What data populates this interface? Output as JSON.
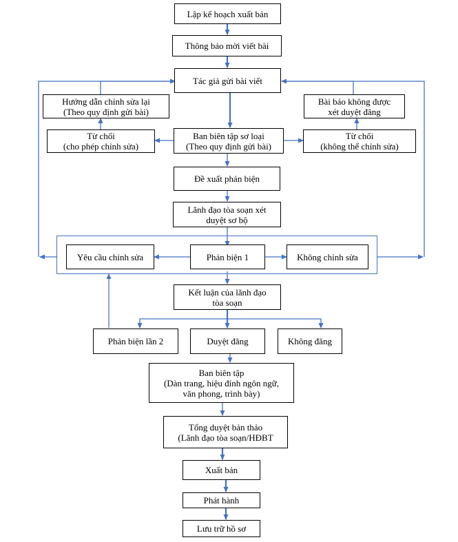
{
  "nodes": {
    "lap_ke_hoach": "Lập kế hoạch xuất bản",
    "thong_bao": "Thông báo mời viết bài",
    "tac_gia_gui": "Tác giả gửi bài viết",
    "huong_dan_1": "Hướng  dẫn chỉnh sửa lại",
    "huong_dan_2": "(Theo quy định gửi bài)",
    "bai_bao_1": "Bài báo không được",
    "bai_bao_2": "xét duyệt đăng",
    "tu_choi_trai_1": "Từ chối",
    "tu_choi_trai_2": "(cho phép chỉnh sửa)",
    "so_loai_1": "Ban biên tập sơ loại",
    "so_loai_2": "(Theo quy định gửi bài)",
    "tu_choi_phai_1": "Từ chối",
    "tu_choi_phai_2": "(không thể chỉnh sửa)",
    "de_xuat": "Đề xuất phản biện",
    "lanh_dao_1": "Lãnh đạo tòa soạn xét",
    "lanh_dao_2": "duyệt sơ bộ",
    "yeu_cau": "Yêu cầu chỉnh sửa",
    "phan_bien_1": "Phản biện 1",
    "khong_chinh_sua": "Không chỉnh sửa",
    "ket_luan_1": "Kết luận của lãnh đạo",
    "ket_luan_2": "tòa soạn",
    "phan_bien_2": "Phản biện lần 2",
    "duyet_dang": "Duyệt đăng",
    "khong_dang": "Không đăng",
    "ban_bien_tap_1": "Ban biên tập",
    "ban_bien_tap_2": "(Dàn trang, hiệu đính ngôn ngữ,",
    "ban_bien_tap_3": "văn phong, trình bày)",
    "tong_duyet_1": "Tổng duyệt bản thảo",
    "tong_duyet_2": "(Lãnh đạo tòa soạn/HĐBT",
    "xuat_ban": "Xuất bản",
    "phat_hanh": "Phát hành",
    "luu_tru": "Lưu trữ hồ sơ"
  },
  "colors": {
    "arrow": "#4472c4",
    "box_border": "#000000",
    "group_border": "#4472c4"
  }
}
